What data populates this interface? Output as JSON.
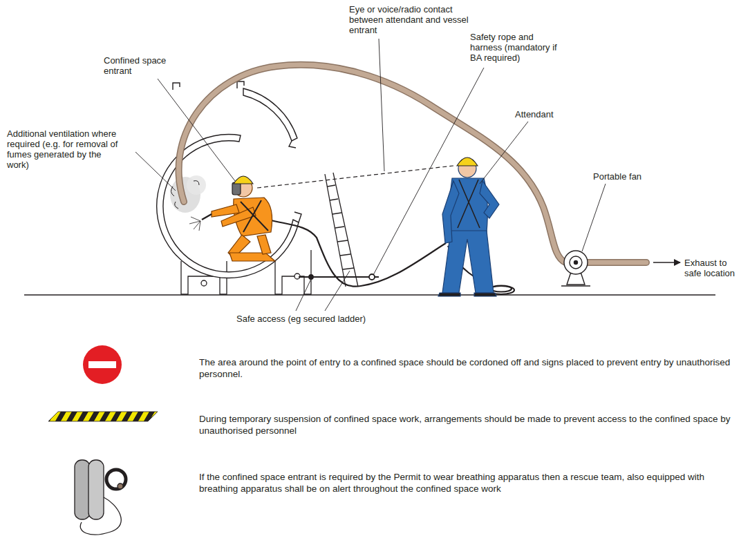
{
  "diagram": {
    "labels": [
      "Eye or voice/radio contact between attendant and vessel entrant",
      "Confined space entrant",
      "Safety rope and harness (mandatory if BA required)",
      "Additional ventilation where required (e.g. for removal of fumes generated by the work)",
      "Attendant",
      "Portable fan",
      "Exhaust to safe location",
      "Safe access (eg secured ladder)"
    ],
    "legend": [
      {
        "text": "The area around the point of entry to a confined space should be cordoned off and signs placed to prevent entry by unauthorised personnel."
      },
      {
        "text": "During temporary suspension of confined space work, arrangements should be made to prevent access to the confined space by unauthorised personnel"
      },
      {
        "text": "If the confined space entrant is required by the Permit to wear breathing apparatus then a rescue team, also equipped with breathing apparatus shall be on alert throughout the confined space work"
      }
    ]
  }
}
